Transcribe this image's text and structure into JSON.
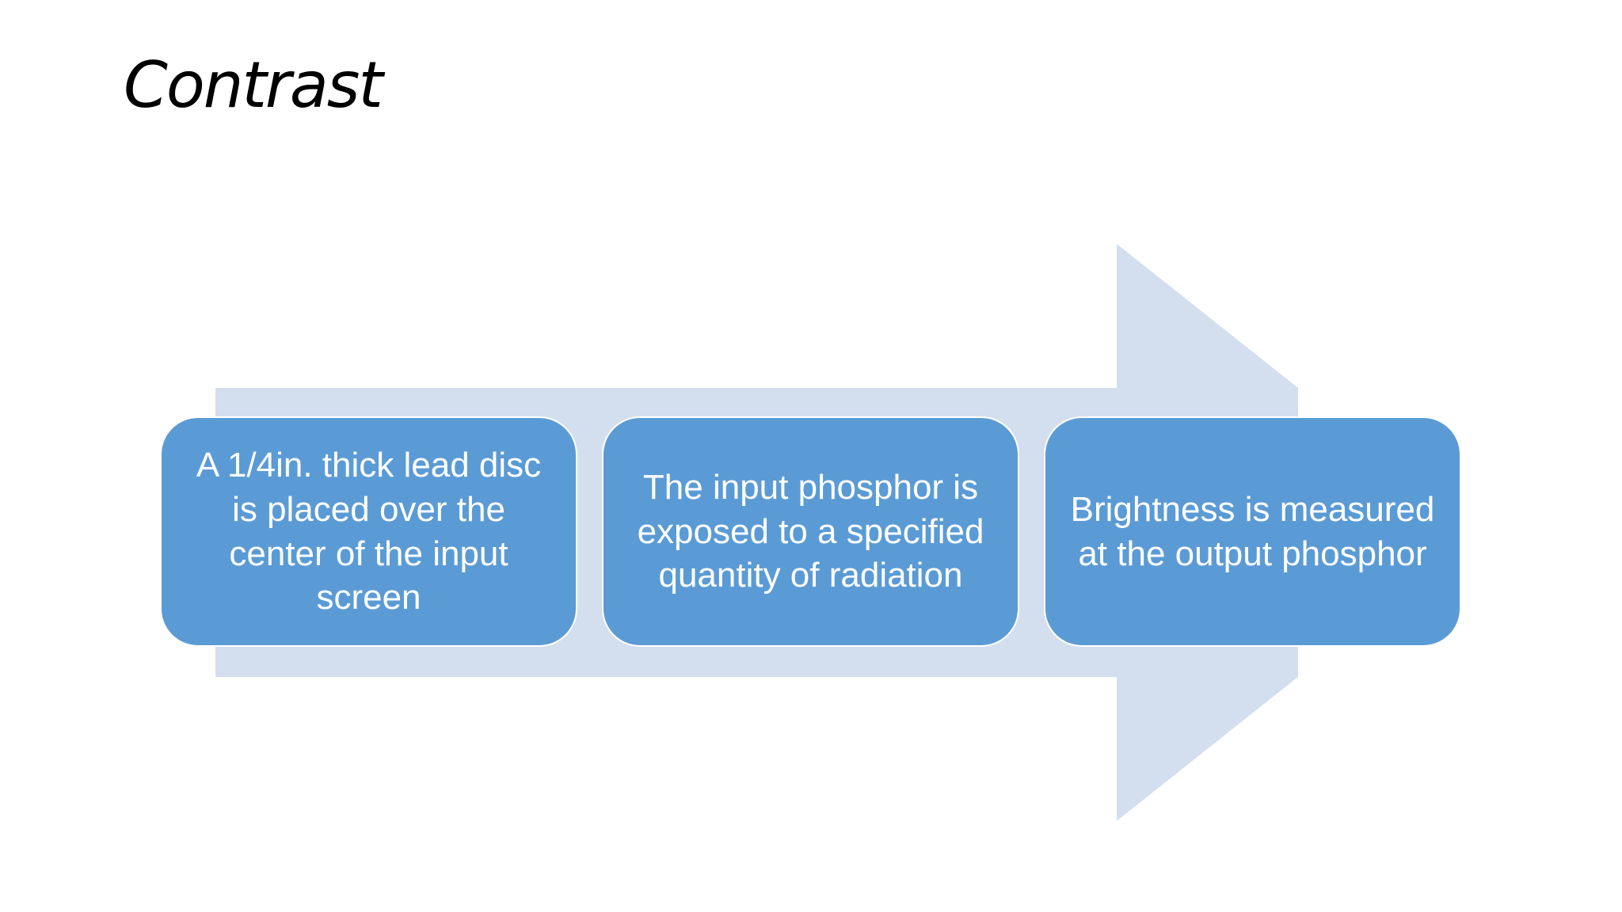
{
  "slide": {
    "title": "Contrast"
  },
  "diagram": {
    "type": "process-arrow",
    "colors": {
      "arrow": "#d3dfef",
      "box": "#5b9bd5",
      "box_text": "#ffffff",
      "box_border": "#ffffff"
    },
    "steps": [
      {
        "text": "A 1/4in. thick lead disc is placed over the center of the input screen"
      },
      {
        "text": "The input phosphor is exposed to a specified quantity of radiation"
      },
      {
        "text": "Brightness is measured at the output phosphor"
      }
    ]
  }
}
